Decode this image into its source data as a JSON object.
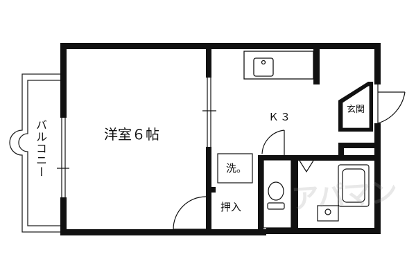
{
  "floorplan": {
    "rooms": {
      "western_room": "洋室６帖",
      "kitchen": "Ｋ３",
      "entrance": "玄関",
      "washer": "洗。",
      "closet": "押入",
      "balcony": "バルコニー"
    },
    "watermark": "アパマン"
  }
}
